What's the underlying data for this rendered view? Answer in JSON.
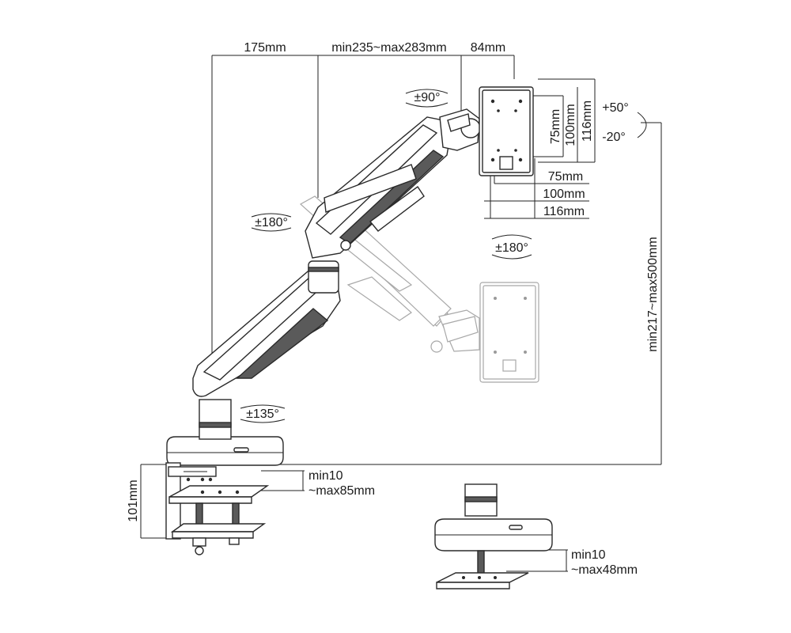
{
  "dimensions": {
    "top_left": "175mm",
    "top_middle": "min235~max283mm",
    "top_right": "84mm",
    "vesa_v_75": "75mm",
    "vesa_v_100": "100mm",
    "vesa_v_116": "116mm",
    "vesa_h_75": "75mm",
    "vesa_h_100": "100mm",
    "vesa_h_116": "116mm",
    "height_range": "min217~max500mm",
    "clamp_height": "101mm",
    "clamp_thickness_line1": "min10",
    "clamp_thickness_line2": "~max85mm",
    "grommet_thickness_line1": "min10",
    "grommet_thickness_line2": "~max48mm"
  },
  "rotations": {
    "swivel_head": "±90°",
    "tilt_up": "+50°",
    "tilt_down": "-20°",
    "elbow": "±180°",
    "rotation_plate": "±180°",
    "base": "±135°"
  }
}
